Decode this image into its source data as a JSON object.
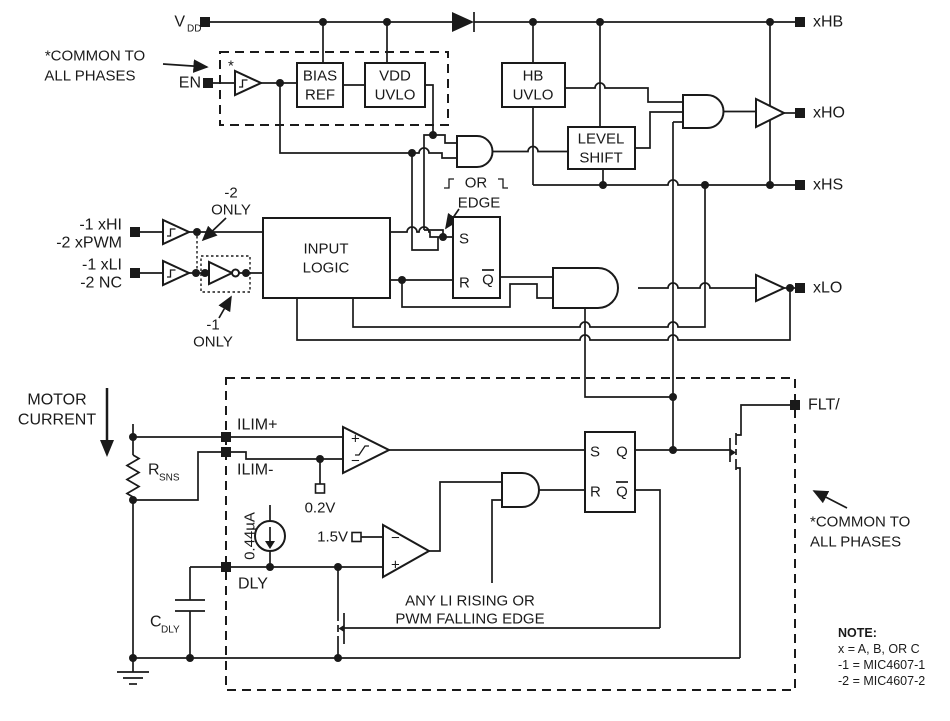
{
  "labels": {
    "vdd": "V",
    "vdd_sub": "DD",
    "en": "EN",
    "asterisk": "*",
    "common_phases_1": "*COMMON TO",
    "common_phases_2": "ALL PHASES",
    "xhb": "xHB",
    "xho": "xHO",
    "xhs": "xHS",
    "xlo": "xLO",
    "flt": "FLT/",
    "hi_line1": "-1 xHI",
    "hi_line2": "-2 xPWM",
    "li_line1": "-1 xLI",
    "li_line2": "-2 NC",
    "minus2": "-2",
    "minus1": "-1",
    "only": "ONLY",
    "or_word": "OR",
    "edge_word": "EDGE",
    "ilim_plus": "ILIM+",
    "ilim_minus": "ILIM-",
    "dly": "DLY",
    "motor_1": "MOTOR",
    "motor_2": "CURRENT",
    "rsns": "R",
    "rsns_sub": "SNS",
    "cdly": "C",
    "cdly_sub": "DLY",
    "ref_02v": "0.2V",
    "ref_15v": "1.5V",
    "i_source": "0.44µA",
    "any_li_1": "ANY LI RISING OR",
    "any_li_2": "PWM FALLING EDGE",
    "s": "S",
    "r": "R",
    "q": "Q",
    "qbar": "Q"
  },
  "blocks": {
    "bias_ref_1": "BIAS",
    "bias_ref_2": "REF",
    "vdd_uvlo_1": "VDD",
    "vdd_uvlo_2": "UVLO",
    "hb_uvlo_1": "HB",
    "hb_uvlo_2": "UVLO",
    "level_shift_1": "LEVEL",
    "level_shift_2": "SHIFT",
    "input_logic_1": "INPUT",
    "input_logic_2": "LOGIC"
  },
  "note": {
    "title": "NOTE:",
    "line1": "x = A, B, OR C",
    "line2": "-1 = MIC4607-1",
    "line3": "-2 = MIC4607-2"
  },
  "colors": {
    "line": "#1a1a1a",
    "bg": "#ffffff"
  }
}
